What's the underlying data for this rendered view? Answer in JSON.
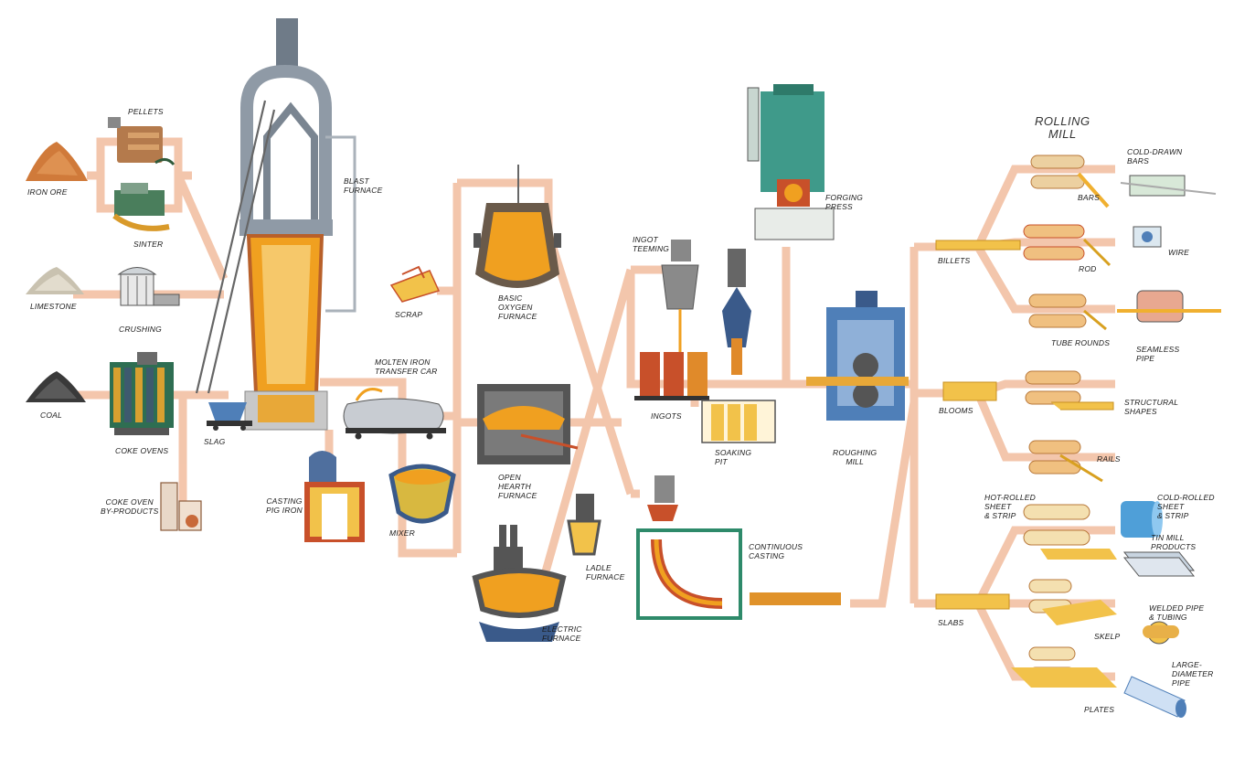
{
  "labels": {
    "iron_ore": "IRON ORE",
    "pellets": "PELLETS",
    "sinter": "SINTER",
    "limestone": "LIMESTONE",
    "crushing": "CRUSHING",
    "coal": "COAL",
    "coke_ovens": "COKE OVENS",
    "coke_oven_by_products": "COKE OVEN\nBY-PRODUCTS",
    "blast_furnace": "BLAST\nFURNACE",
    "slag": "SLAG",
    "casting_pig_iron": "CASTING\nPIG IRON",
    "molten_iron_transfer_car": "MOLTEN IRON\nTRANSFER CAR",
    "mixer": "MIXER",
    "scrap": "SCRAP",
    "basic_oxygen_furnace": "BASIC\nOXYGEN\nFURNACE",
    "open_hearth_furnace": "OPEN\nHEARTH\nFURNACE",
    "ladle_furnace": "LADLE\nFURNACE",
    "electric_furnace": "ELECTRIC\nFURNACE",
    "ingot_teeming": "INGOT\nTEEMING",
    "ingots": "INGOTS",
    "soaking_pit": "SOAKING\nPIT",
    "continuous_casting": "CONTINUOUS\nCASTING",
    "forging_press": "FORGING\nPRESS",
    "roughing_mill": "ROUGHING\nMILL",
    "rolling_mill": "ROLLING\nMILL",
    "billets": "BILLETS",
    "blooms": "BLOOMS",
    "slabs": "SLABS",
    "bars": "BARS",
    "cold_drawn_bars": "COLD-DRAWN\nBARS",
    "rod": "ROD",
    "wire": "WIRE",
    "tube_rounds": "TUBE ROUNDS",
    "seamless_pipe": "SEAMLESS\nPIPE",
    "structural_shapes": "STRUCTURAL\nSHAPES",
    "rails": "RAILS",
    "hot_rolled_sheet_strip": "HOT-ROLLED\nSHEET\n& STRIP",
    "cold_rolled_sheet_strip": "COLD-ROLLED\nSHEET\n& STRIP",
    "tin_mill_products": "TIN MILL\nPRODUCTS",
    "skelp": "SKELP",
    "welded_pipe_tubing": "WELDED PIPE\n& TUBING",
    "plates": "PLATES",
    "large_diameter_pipe": "LARGE-\nDIAMETER\nPIPE"
  },
  "colors": {
    "flow": "#f3c3a8",
    "molten": "#f0a020",
    "molten_dark": "#d8681c",
    "furnace_gray": "#8f9aa6",
    "steel_blue": "#4f7fb8",
    "machine_teal": "#3f9a8a",
    "product_yellow": "#f2c24a",
    "ore": "#d07a3a",
    "coal": "#3a3a3a",
    "limestone": "#c9c2b0",
    "ingot_red": "#c8502a",
    "brick_green": "#2e6e52"
  }
}
